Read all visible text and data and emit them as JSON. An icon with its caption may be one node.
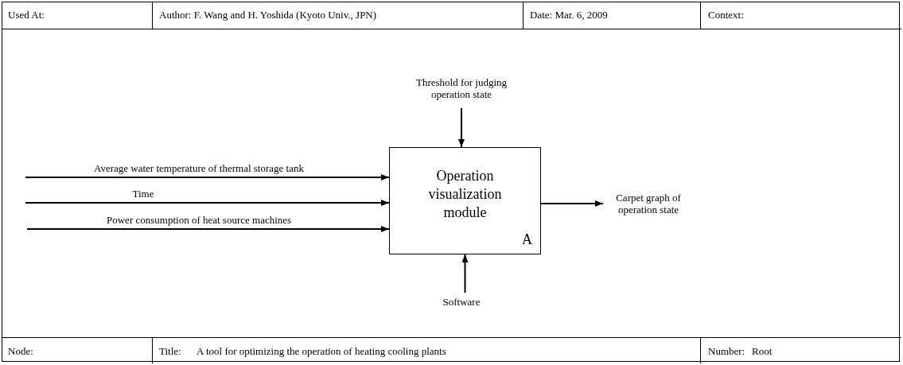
{
  "diagram": {
    "nodes": [
      {
        "text": [
          "Operation visualization module",
          "A"
        ]
      },
      {
        "text": [
          "Threshold for judging operation state"
        ]
      },
      {
        "text": [
          "Carpet graph of operation state"
        ]
      },
      {
        "text": [
          "Software"
        ]
      }
    ],
    "edges": [
      {
        "from": null,
        "to": 0,
        "arrow": "to",
        "label": "Average water temperature of thermal storage tank"
      },
      {
        "from": null,
        "to": 0,
        "arrow": "to",
        "label": "Time"
      },
      {
        "from": null,
        "to": 0,
        "arrow": "to",
        "label": "Power consumption of heat source machines"
      },
      {
        "from": 1,
        "to": 0,
        "arrow": "to"
      },
      {
        "from": 0,
        "to": 2,
        "arrow": "to"
      },
      {
        "from": 3,
        "to": 0,
        "arrow": "to"
      }
    ],
    "labels": [
      "Used At:",
      "Author: F. Wang and H. Yoshida (Kyoto Univ., JPN)",
      "Date: Mar. 6, 2009",
      "Context:",
      "Node:",
      "Title:",
      "A tool for optimizing the operation of heating cooling plants",
      "Number:",
      "Root"
    ]
  }
}
